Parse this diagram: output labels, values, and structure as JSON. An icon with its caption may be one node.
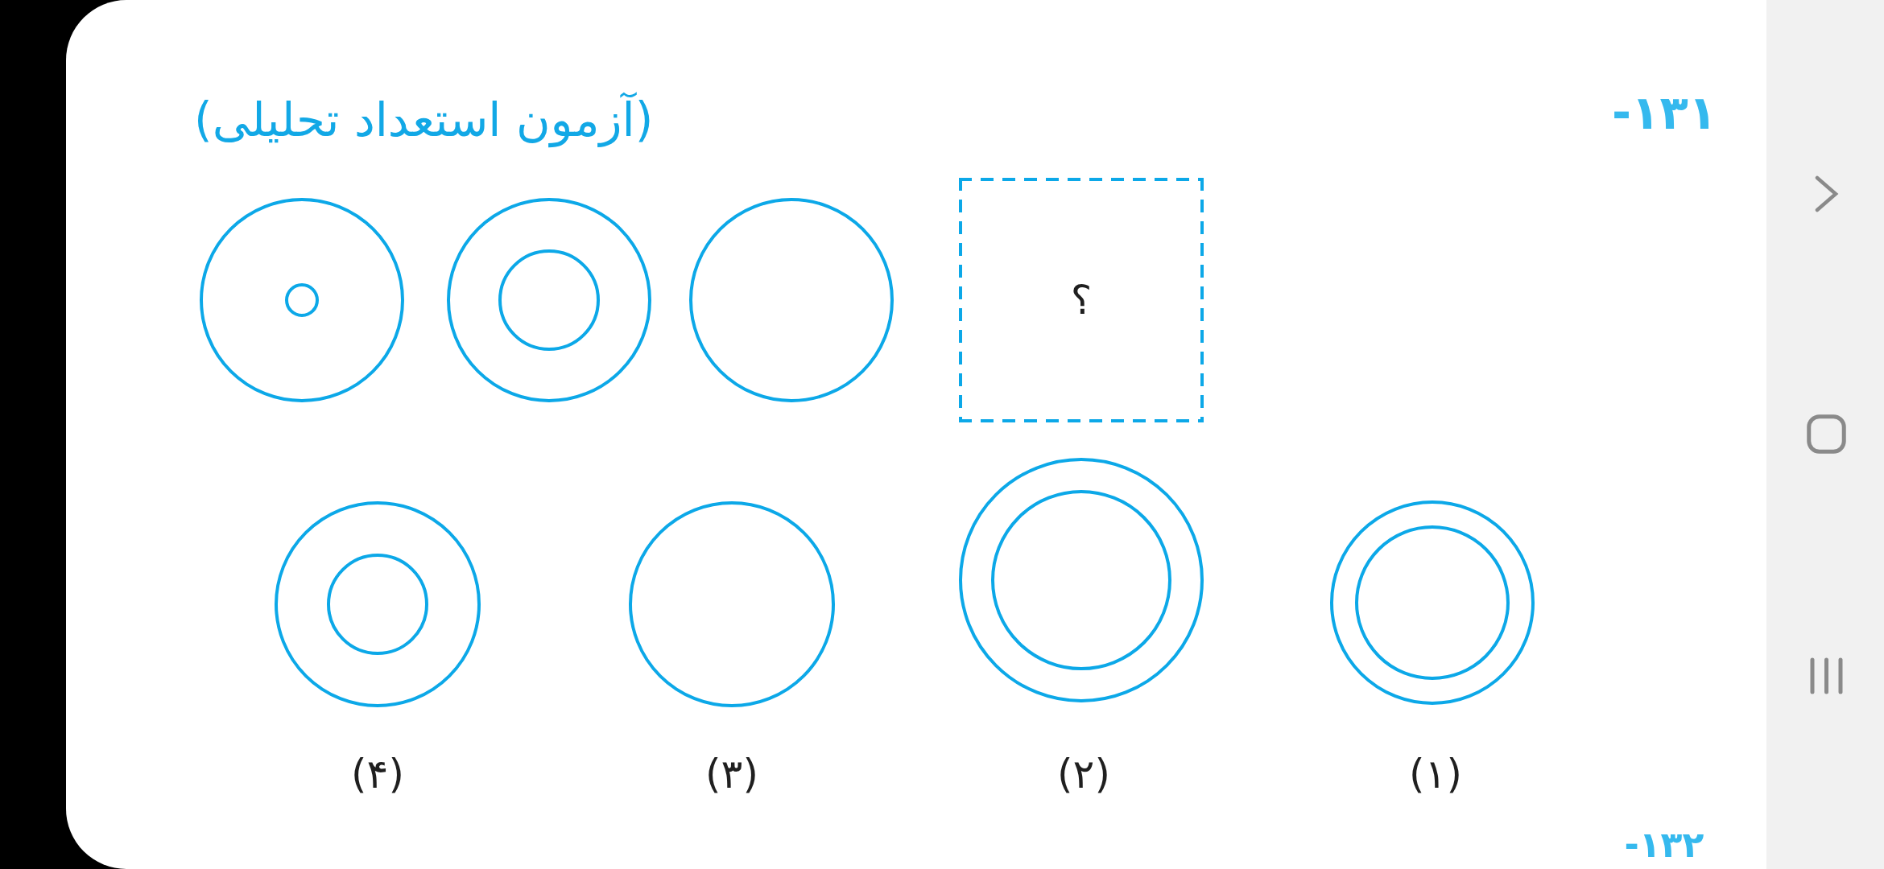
{
  "diagram": {
    "title": "(آزمون استعداد تحلیلی)",
    "nodes": [
      {
        "text": [],
        "shape": "circle"
      },
      {
        "text": [],
        "shape": "circle",
        "in": 0
      },
      {
        "text": [],
        "shape": "circle"
      },
      {
        "text": [],
        "shape": "circle",
        "in": 2
      },
      {
        "text": [],
        "shape": "circle"
      },
      {
        "text": [
          "؟"
        ]
      },
      {
        "text": [],
        "shape": "circle",
        "beside": [
          "(۴)"
        ]
      },
      {
        "text": [],
        "shape": "circle",
        "in": 6
      },
      {
        "text": [],
        "shape": "circle",
        "beside": [
          "(۳)"
        ]
      },
      {
        "text": [],
        "shape": "circle",
        "beside": [
          "(۲)"
        ]
      },
      {
        "text": [],
        "shape": "circle",
        "in": 9
      },
      {
        "text": [],
        "shape": "circle",
        "beside": [
          "(۱)"
        ]
      },
      {
        "text": [],
        "shape": "circle",
        "in": 11
      }
    ],
    "labels": [
      "۱۳۱-",
      "۱۳۲-"
    ]
  }
}
